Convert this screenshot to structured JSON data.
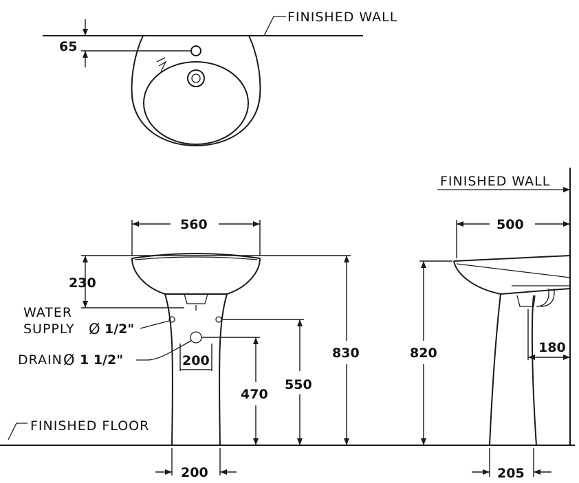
{
  "top_view": {
    "wall_label": "FINISHED WALL",
    "dim_wall_offset": "65"
  },
  "front_view": {
    "dim_width": "560",
    "dim_basin_depth": "230",
    "water_supply_line1": "WATER",
    "water_supply_line2": "SUPPLY",
    "water_supply_size": "1/2\"",
    "drain_label": "DRAIN",
    "drain_size": "1 1/2\"",
    "diameter_symbol": "Ø",
    "dim_pedestal_inner": "200",
    "dim_drain_height": "470",
    "dim_supply_height": "550",
    "dim_total_height": "830",
    "dim_pedestal_base": "200",
    "floor_label": "FINISHED FLOOR"
  },
  "side_view": {
    "wall_label": "FINISHED WALL",
    "dim_projection": "500",
    "dim_rim_height": "820",
    "dim_trap_offset": "180",
    "dim_base_offset": "205"
  }
}
